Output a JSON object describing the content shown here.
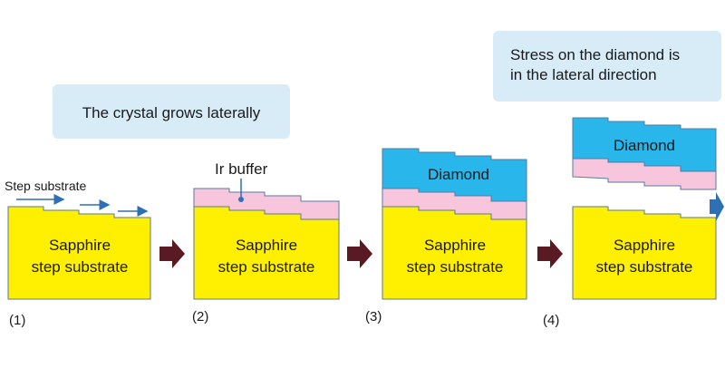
{
  "callouts": {
    "lateral_growth": "The crystal grows laterally",
    "stress_line1": "Stress on the diamond is",
    "stress_line2": "in the lateral direction"
  },
  "annotations": {
    "step_substrate": "Step substrate",
    "ir_buffer": "Ir buffer"
  },
  "layers": {
    "sapphire_line1": "Sapphire",
    "sapphire_line2": "step substrate",
    "diamond": "Diamond"
  },
  "steps": [
    "(1)",
    "(2)",
    "(3)",
    "(4)"
  ],
  "colors": {
    "sapphire": "#ffef00",
    "ir_buffer": "#f7c6dd",
    "diamond": "#29b6ea",
    "callout_bg": "#d8ecf8",
    "process_arrow": "#5a1a24",
    "step_arrow": "#2e6fb5",
    "outline": "#5a7aa0"
  }
}
